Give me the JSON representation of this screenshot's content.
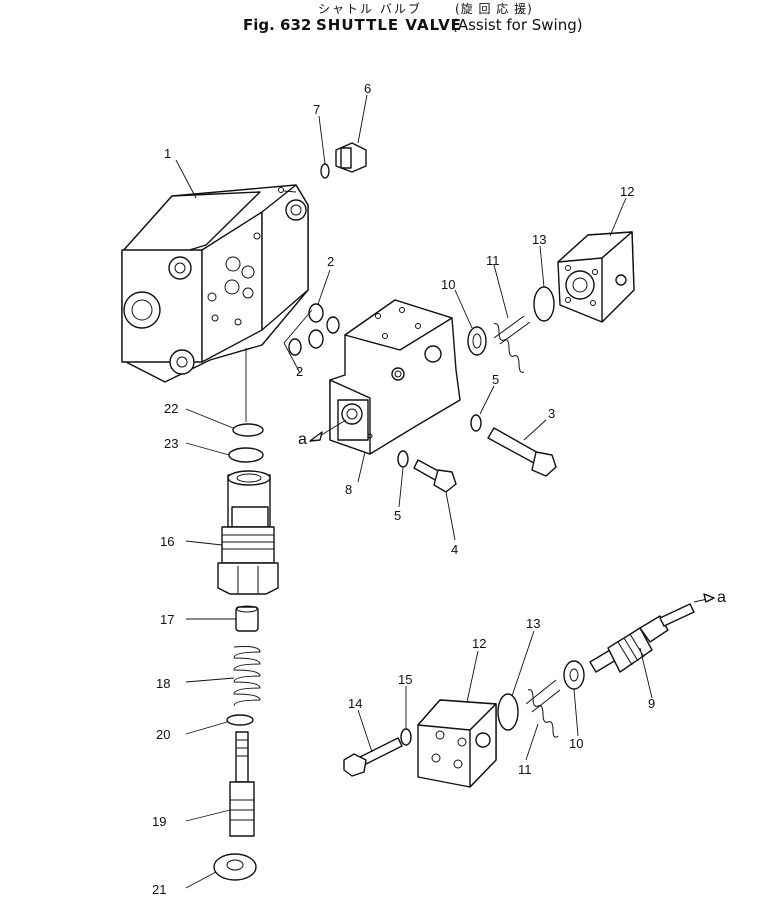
{
  "title": {
    "fig_label": "Fig. 632",
    "name": "SHUTTLE VALVE",
    "katakana": "シャトル バルブ",
    "kanji": "(旋 回 応 援)",
    "subtitle": "(Assist for Swing)"
  },
  "callouts": [
    "1",
    "2",
    "2",
    "3",
    "4",
    "5",
    "5",
    "6",
    "7",
    "8",
    "9",
    "10",
    "10",
    "11",
    "11",
    "12",
    "12",
    "13",
    "13",
    "14",
    "15",
    "16",
    "17",
    "18",
    "19",
    "20",
    "21",
    "22",
    "23"
  ],
  "flow_marks": [
    "a",
    "a"
  ]
}
